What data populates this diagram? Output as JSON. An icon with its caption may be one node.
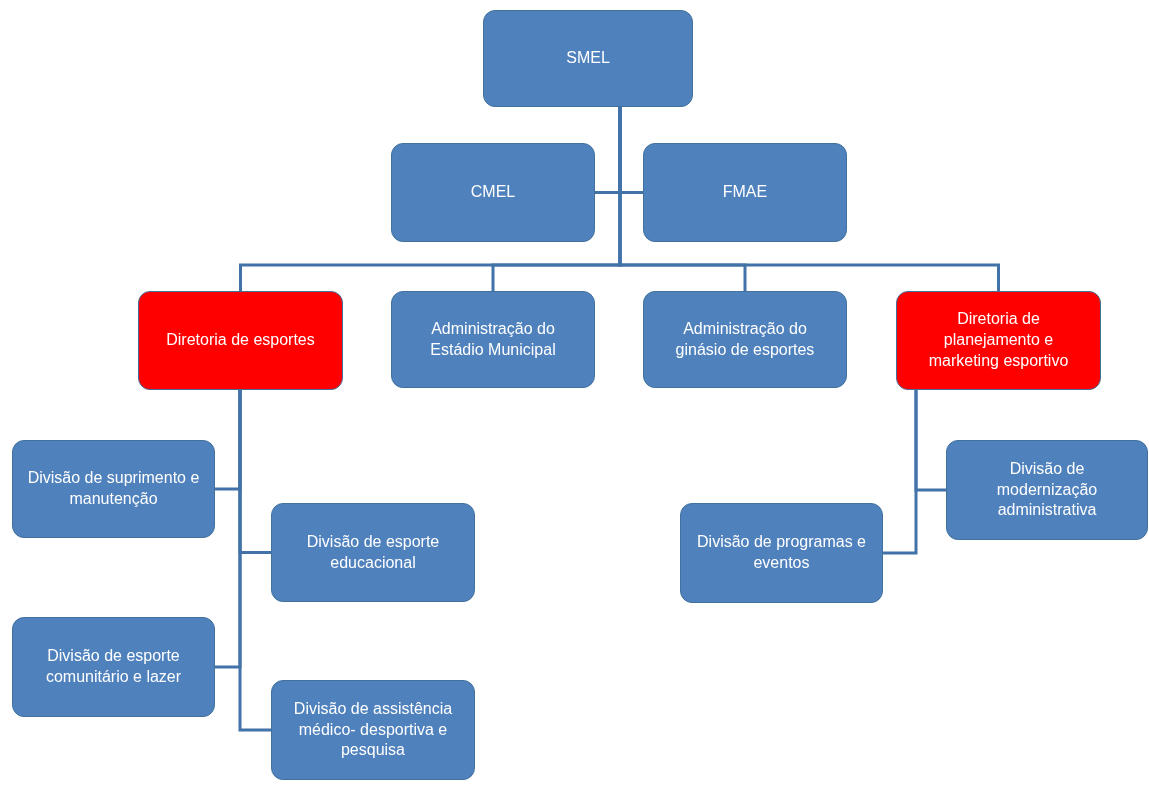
{
  "diagram": {
    "nodes": [
      {
        "text": [
          "SMEL"
        ]
      },
      {
        "text": [
          "CMEL"
        ]
      },
      {
        "text": [
          "FMAE"
        ]
      },
      {
        "text": [
          "Diretoria de esportes"
        ]
      },
      {
        "text": [
          "Administração do Estádio Municipal"
        ]
      },
      {
        "text": [
          "Administração do ginásio de esportes"
        ]
      },
      {
        "text": [
          "Diretoria de planejamento e marketing esportivo"
        ]
      },
      {
        "text": [
          "Divisão de suprimento e manutenção"
        ]
      },
      {
        "text": [
          "Divisão de esporte educacional"
        ]
      },
      {
        "text": [
          "Divisão de esporte comunitário e lazer"
        ]
      },
      {
        "text": [
          "Divisão de assistência médico- desportiva e pesquisa"
        ]
      },
      {
        "text": [
          "Divisão de modernização administrativa"
        ]
      },
      {
        "text": [
          "Divisão de programas e eventos"
        ]
      }
    ],
    "edges": [
      {
        "from": 0,
        "to": 1,
        "arrow": "none"
      },
      {
        "from": 0,
        "to": 2,
        "arrow": "none"
      },
      {
        "from": 0,
        "to": 3,
        "arrow": "none"
      },
      {
        "from": 0,
        "to": 4,
        "arrow": "none"
      },
      {
        "from": 0,
        "to": 5,
        "arrow": "none"
      },
      {
        "from": 0,
        "to": 6,
        "arrow": "none"
      },
      {
        "from": 3,
        "to": 7,
        "arrow": "none"
      },
      {
        "from": 3,
        "to": 8,
        "arrow": "none"
      },
      {
        "from": 3,
        "to": 9,
        "arrow": "none"
      },
      {
        "from": 3,
        "to": 10,
        "arrow": "none"
      },
      {
        "from": 6,
        "to": 11,
        "arrow": "none"
      },
      {
        "from": 6,
        "to": 12,
        "arrow": "none"
      }
    ]
  }
}
